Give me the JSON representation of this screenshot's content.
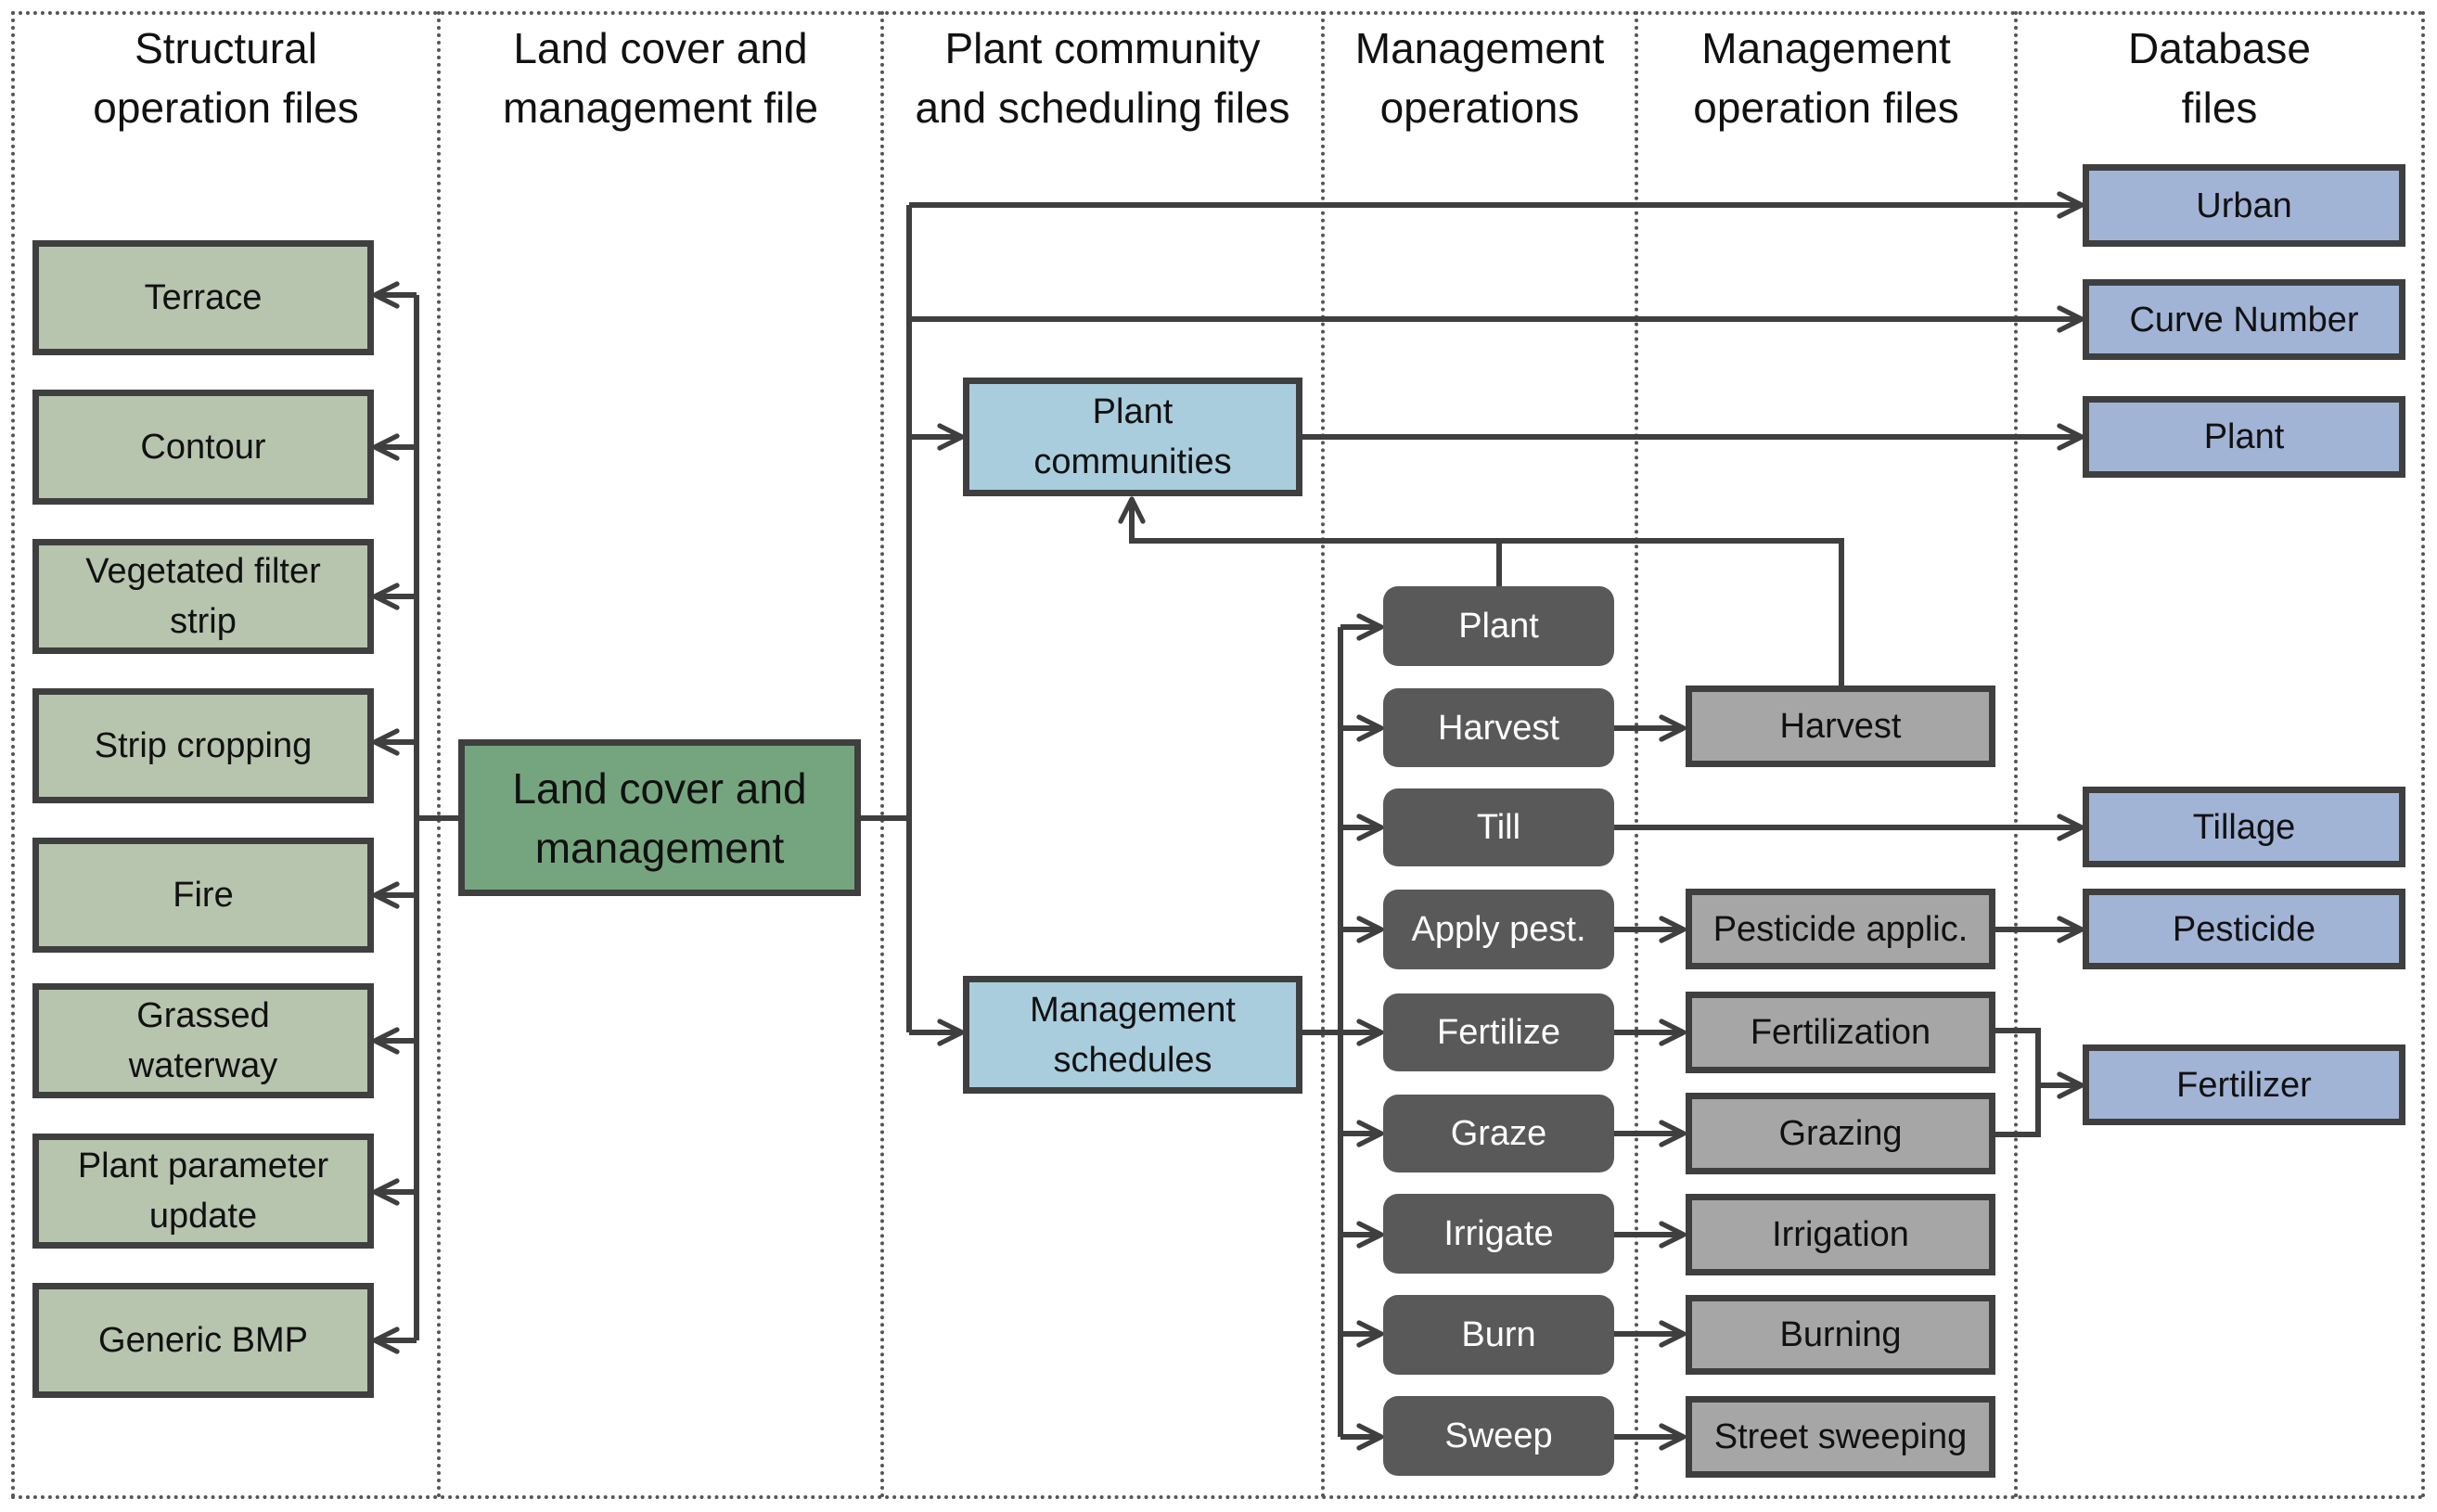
{
  "columns": [
    {
      "id": "structural",
      "header": "Structural\noperation files"
    },
    {
      "id": "landcover",
      "header": "Land cover and\nmanagement file"
    },
    {
      "id": "plantcomm",
      "header": "Plant community\nand scheduling files"
    },
    {
      "id": "mgtops",
      "header": "Management\noperations"
    },
    {
      "id": "mgtfiles",
      "header": "Management\noperation files"
    },
    {
      "id": "database",
      "header": "Database\nfiles"
    }
  ],
  "structural_files": [
    {
      "label": "Terrace"
    },
    {
      "label": "Contour"
    },
    {
      "label": "Vegetated filter\nstrip"
    },
    {
      "label": "Strip cropping"
    },
    {
      "label": "Fire"
    },
    {
      "label": "Grassed\nwaterway"
    },
    {
      "label": "Plant parameter\nupdate"
    },
    {
      "label": "Generic BMP"
    }
  ],
  "land_cover": {
    "label": "Land cover and\nmanagement"
  },
  "plant_communities": {
    "label": "Plant\ncommunities"
  },
  "management_schedules": {
    "label": "Management\nschedules"
  },
  "management_operations": [
    {
      "label": "Plant"
    },
    {
      "label": "Harvest"
    },
    {
      "label": "Till"
    },
    {
      "label": "Apply pest."
    },
    {
      "label": "Fertilize"
    },
    {
      "label": "Graze"
    },
    {
      "label": "Irrigate"
    },
    {
      "label": "Burn"
    },
    {
      "label": "Sweep"
    }
  ],
  "operation_files": [
    {
      "label": "Harvest"
    },
    {
      "label": "Pesticide applic."
    },
    {
      "label": "Fertilization"
    },
    {
      "label": "Grazing"
    },
    {
      "label": "Irrigation"
    },
    {
      "label": "Burning"
    },
    {
      "label": "Street sweeping"
    }
  ],
  "database_files": [
    {
      "label": "Urban"
    },
    {
      "label": "Curve Number"
    },
    {
      "label": "Plant"
    },
    {
      "label": "Tillage"
    },
    {
      "label": "Pesticide"
    },
    {
      "label": "Fertilizer"
    }
  ],
  "colors": {
    "structural": "#b7c4ae",
    "land_cover": "#75a57e",
    "plant_scheduling": "#a9cddd",
    "operations": "#595959",
    "operation_files": "#a6a6a6",
    "database": "#a1b4d6",
    "connector": "#3f3f3f"
  }
}
